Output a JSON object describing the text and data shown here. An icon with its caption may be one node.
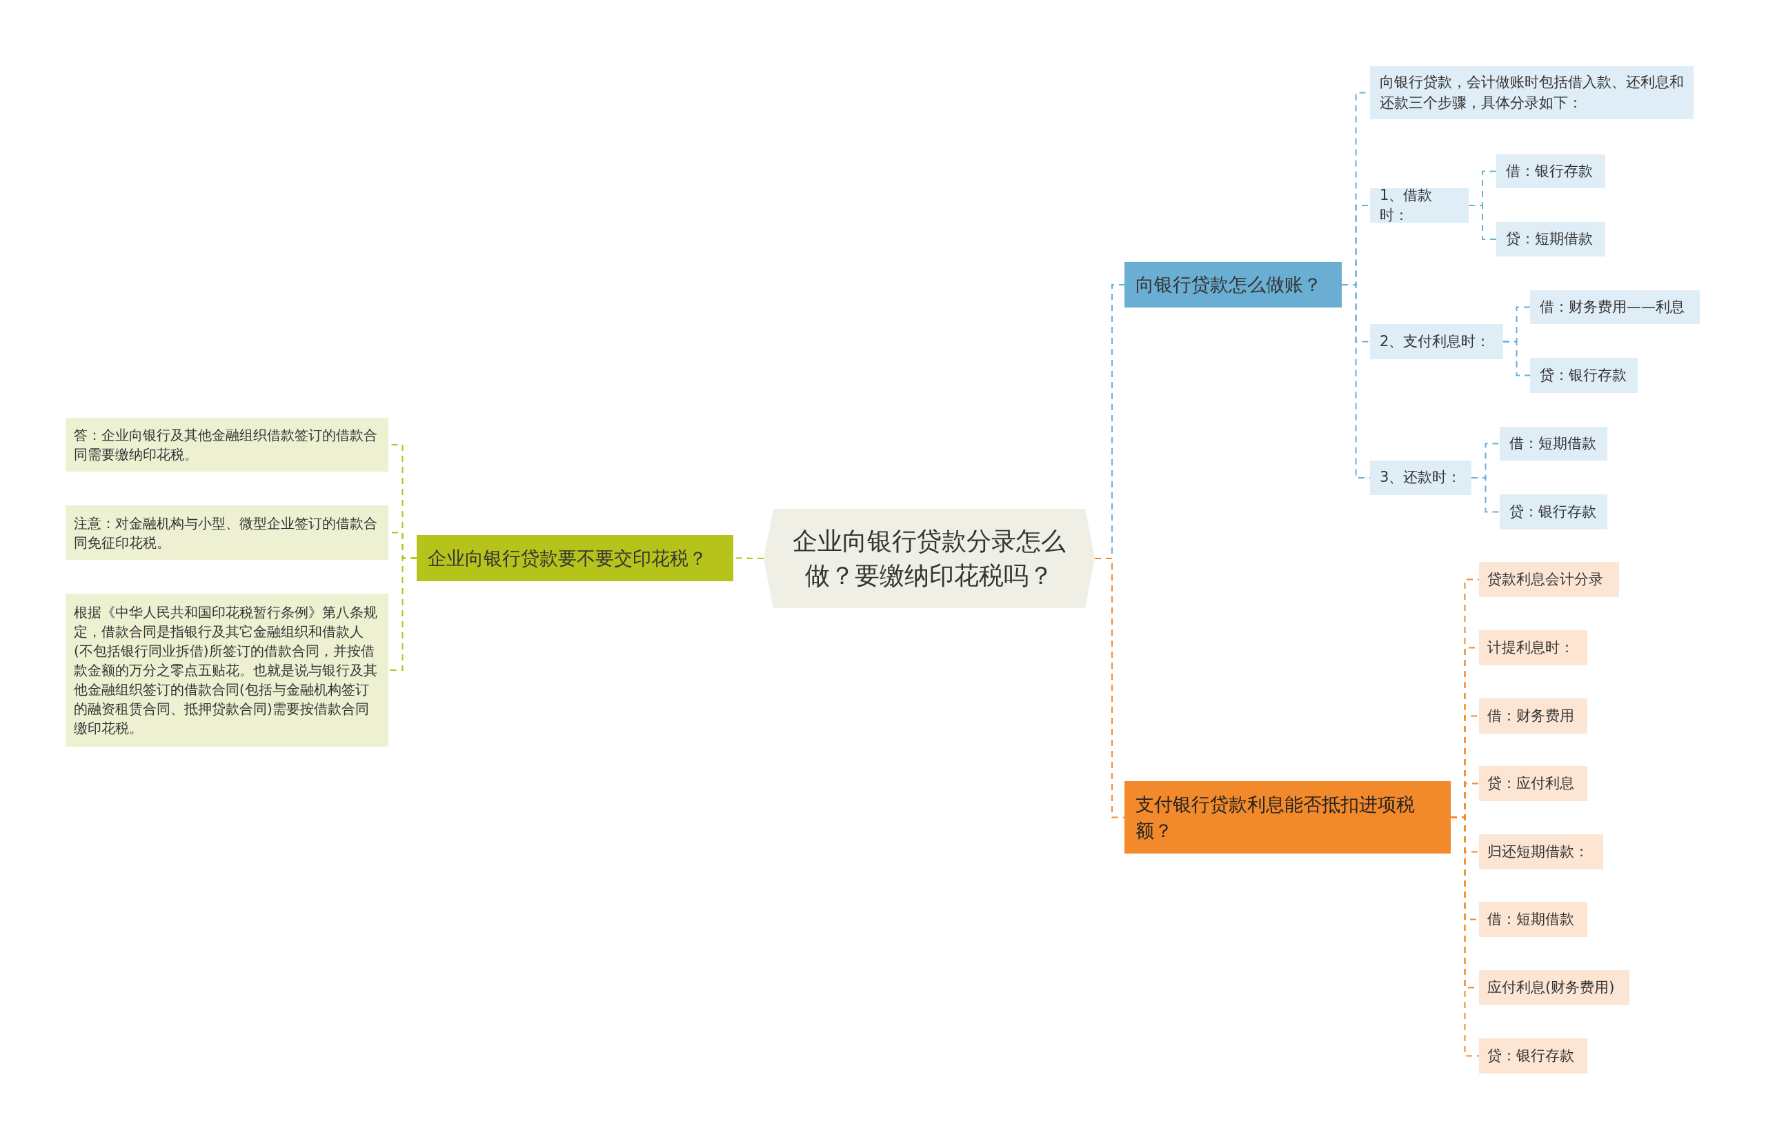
{
  "diagram": {
    "nodes": [
      {
        "text": [
          "企业向银行贷款分录怎么做？要缴纳印花税吗？"
        ]
      },
      {
        "text": [
          "向银行贷款怎么做账？"
        ]
      },
      {
        "text": [
          "向银行贷款，会计做账时包括借入款、还利息和还款三个步骤，具体分录如下："
        ]
      },
      {
        "text": [
          "1、借款时："
        ]
      },
      {
        "text": [
          "借：银行存款"
        ]
      },
      {
        "text": [
          "贷：短期借款"
        ]
      },
      {
        "text": [
          "2、支付利息时："
        ]
      },
      {
        "text": [
          "借：财务费用——利息"
        ]
      },
      {
        "text": [
          "贷：银行存款"
        ]
      },
      {
        "text": [
          "3、还款时："
        ]
      },
      {
        "text": [
          "借：短期借款"
        ]
      },
      {
        "text": [
          "贷：银行存款"
        ]
      },
      {
        "text": [
          "支付银行贷款利息能否抵扣进项税额？"
        ]
      },
      {
        "text": [
          "贷款利息会计分录"
        ]
      },
      {
        "text": [
          "计提利息时："
        ]
      },
      {
        "text": [
          "借：财务费用"
        ]
      },
      {
        "text": [
          "贷：应付利息"
        ]
      },
      {
        "text": [
          "归还短期借款："
        ]
      },
      {
        "text": [
          "借：短期借款"
        ]
      },
      {
        "text": [
          "应付利息(财务费用)"
        ]
      },
      {
        "text": [
          "贷：银行存款"
        ]
      },
      {
        "text": [
          "企业向银行贷款要不要交印花税？"
        ]
      },
      {
        "text": [
          "答：企业向银行及其他金融组织借款签订的借款合同需要缴纳印花税。"
        ]
      },
      {
        "text": [
          "注意：对金融机构与小型、微型企业签订的借款合同免征印花税。"
        ]
      },
      {
        "text": [
          "根据《中华人民共和国印花税暂行条例》第八条规定，借款合同是指银行及其它金融组织和借款人(不包括银行同业拆借)所签订的借款合同，并按借款金额的万分之零点五贴花。也就是说与银行及其他金融组织签订的借款合同(包括与金融机构签订的融资租赁合同、抵押贷款合同)需要按借款合同缴印花税。"
        ]
      }
    ],
    "edges": [
      {
        "from": 0,
        "to": 1,
        "arrow": "none",
        "style": "dashed"
      },
      {
        "from": 1,
        "to": 2,
        "arrow": "none",
        "style": "dashed"
      },
      {
        "from": 1,
        "to": 3,
        "arrow": "none",
        "style": "dashed"
      },
      {
        "from": 3,
        "to": 4,
        "arrow": "none",
        "style": "dashed"
      },
      {
        "from": 3,
        "to": 5,
        "arrow": "none",
        "style": "dashed"
      },
      {
        "from": 1,
        "to": 6,
        "arrow": "none",
        "style": "dashed"
      },
      {
        "from": 6,
        "to": 7,
        "arrow": "none",
        "style": "dashed"
      },
      {
        "from": 6,
        "to": 8,
        "arrow": "none",
        "style": "dashed"
      },
      {
        "from": 1,
        "to": 9,
        "arrow": "none",
        "style": "dashed"
      },
      {
        "from": 9,
        "to": 10,
        "arrow": "none",
        "style": "dashed"
      },
      {
        "from": 9,
        "to": 11,
        "arrow": "none",
        "style": "dashed"
      },
      {
        "from": 0,
        "to": 12,
        "arrow": "none",
        "style": "dashed",
        "color": "#f28a2b"
      },
      {
        "from": 12,
        "to": 13,
        "arrow": "none",
        "style": "dashed",
        "color": "#f28a2b"
      },
      {
        "from": 12,
        "to": 14,
        "arrow": "none",
        "style": "dashed",
        "color": "#f28a2b"
      },
      {
        "from": 12,
        "to": 15,
        "arrow": "none",
        "style": "dashed",
        "color": "#f28a2b"
      },
      {
        "from": 12,
        "to": 16,
        "arrow": "none",
        "style": "dashed",
        "color": "#f28a2b"
      },
      {
        "from": 12,
        "to": 17,
        "arrow": "none",
        "style": "dashed",
        "color": "#f28a2b"
      },
      {
        "from": 12,
        "to": 18,
        "arrow": "none",
        "style": "dashed",
        "color": "#f28a2b"
      },
      {
        "from": 12,
        "to": 19,
        "arrow": "none",
        "style": "dashed",
        "color": "#f28a2b"
      },
      {
        "from": 12,
        "to": 20,
        "arrow": "none",
        "style": "dashed",
        "color": "#f28a2b"
      },
      {
        "from": 0,
        "to": 21,
        "arrow": "none",
        "style": "dashed",
        "color": "#b5c31b"
      },
      {
        "from": 21,
        "to": 22,
        "arrow": "none",
        "style": "dashed",
        "color": "#b5c31b"
      },
      {
        "from": 21,
        "to": 23,
        "arrow": "none",
        "style": "dashed",
        "color": "#b5c31b"
      },
      {
        "from": 21,
        "to": 24,
        "arrow": "none",
        "style": "dashed",
        "color": "#b5c31b"
      }
    ]
  }
}
